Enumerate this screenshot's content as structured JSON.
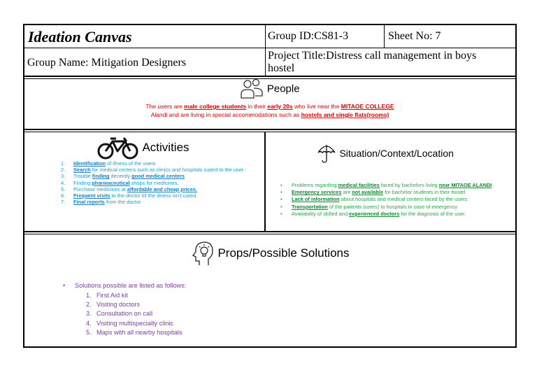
{
  "header": {
    "title": "Ideation Canvas",
    "group_id": "Group ID:CS81-3",
    "sheet_no": "Sheet No: 7",
    "group_name": "Group Name: Mitigation Designers",
    "project_title_line1": "Project Title:Distress call management in boys",
    "project_title_line2": "hostel"
  },
  "people": {
    "label": "People",
    "t1": "The users are ",
    "u1": "male college students",
    "t2": " in their ",
    "u2": "early 20s",
    "t3": " who live near the ",
    "u3": "MITAOE COLLEGE",
    "t4": "Alandi and are living in special accommodations such as ",
    "u4": "hostels and single flats(rooms)"
  },
  "activities": {
    "label": "Activities",
    "items": [
      {
        "num": "1.",
        "u": "Identification",
        "rest": " of illness of the users"
      },
      {
        "num": "2.",
        "u": "Search",
        "rest": " for medical centers such as clinics and hospitals suited to the user"
      },
      {
        "num": "3.",
        "pre": "Trouble ",
        "u": "finding",
        "mid": " decently ",
        "u2": "good medical centers"
      },
      {
        "num": "4.",
        "pre": "Finding ",
        "u": "pharmaceutical",
        "rest": " shops for medicines."
      },
      {
        "num": "5.",
        "pre": "Purchase medicines at ",
        "u": "affordable and cheap prices."
      },
      {
        "num": "6.",
        "u": "Frequent visits",
        "rest": " to the doctor till the illness isn't cured."
      },
      {
        "num": "7.",
        "u": "Final reports",
        "rest": " from the doctor"
      }
    ]
  },
  "situation": {
    "label": "Situation/Context/Location",
    "items": [
      {
        "pre": "Problems regarding ",
        "u": "medical facilities",
        "mid": " faced by bachelors living ",
        "u2": "near MITAOE ALANDI"
      },
      {
        "u": "Emergency services",
        "mid": " are ",
        "u2": "not available",
        "rest": " for bachelor students in their hostel"
      },
      {
        "u": "Lack of information",
        "rest": " about hospitals and medical centers faced by the users"
      },
      {
        "u": "Transportation",
        "rest": " of the patients (users) to hospitals in case of emergency"
      },
      {
        "pre": "Availability of skilled and ",
        "u": "experienced doctors",
        "rest": " for the diagnosis of the user."
      }
    ]
  },
  "solutions": {
    "label": "Props/Possible Solutions",
    "intro": "Solutions possible are listed as follows:",
    "items": [
      {
        "num": "1.",
        "text": "First Aid kit"
      },
      {
        "num": "2.",
        "text": "Visiting doctors"
      },
      {
        "num": "3.",
        "text": "Consultation on call"
      },
      {
        "num": "4.",
        "text": "Visiting multispecialty clinic"
      },
      {
        "num": "5.",
        "text": "Maps with all nearby hospitals"
      }
    ]
  },
  "colors": {
    "people": "#e00000",
    "activities": "#1aa0d8",
    "situation": "#2aa84a",
    "solutions": "#7a3fa8"
  },
  "icons": [
    "people-icon",
    "bicycle-icon",
    "umbrella-icon",
    "head-lightbulb-icon"
  ]
}
